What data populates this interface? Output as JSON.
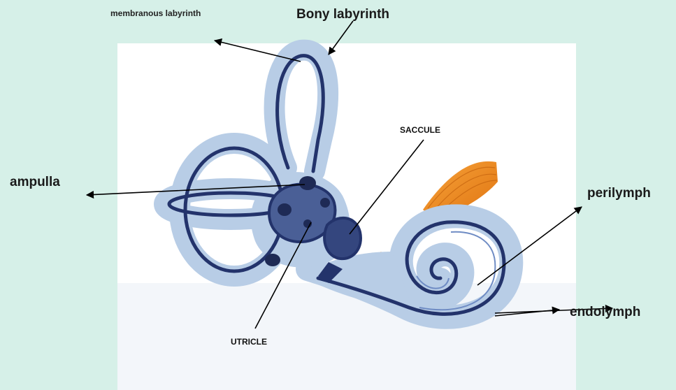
{
  "labels": {
    "membranous_labyrinth": "membranous labyrinth",
    "bony_labyrinth": "Bony labyrinth",
    "ampulla": "ampulla",
    "saccule": "SACCULE",
    "perilymph": "perilymph",
    "utricle": "UTRICLE",
    "endolymph": "endolymph"
  },
  "colors": {
    "background": "#d6f0e8",
    "panel": "#ffffff",
    "bony_fill": "#b8cde6",
    "membrane": "#23336b",
    "nerve": "#f08a1c"
  }
}
